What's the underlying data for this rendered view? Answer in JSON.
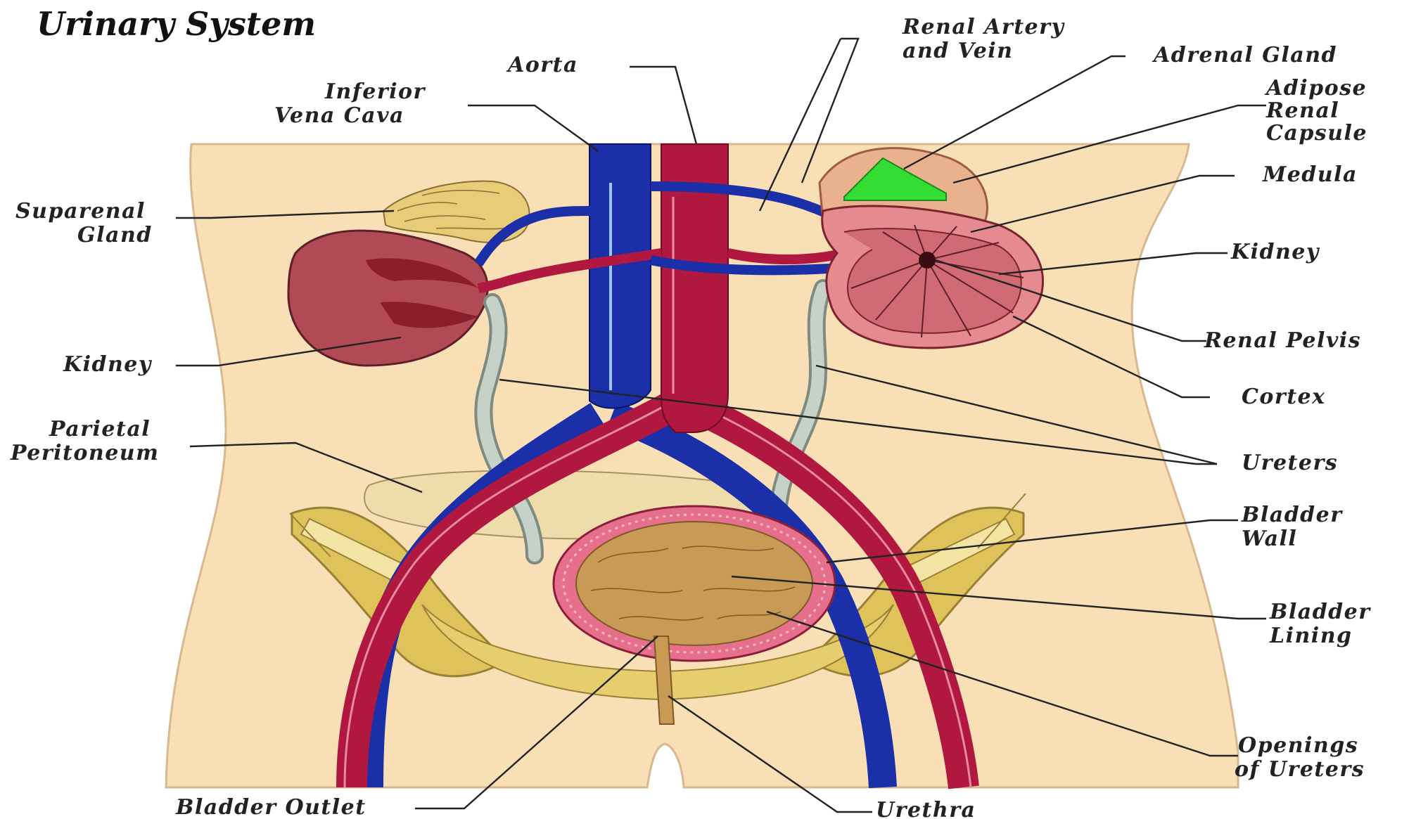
{
  "title": "Urinary System",
  "colors": {
    "background": "#ffffff",
    "skin": "#f9dfb6",
    "skin_outline": "#d8b88e",
    "artery": "#b01840",
    "vein": "#1a2fa8",
    "ureter": "#b9c4bc",
    "adrenal_highlight": "#33dd33",
    "bone": "#e0c25a",
    "bladder_wall": "#e66f8c",
    "bladder_lining": "#c89a55",
    "kidney_left": "#b24a55"
  },
  "labels": {
    "renal_artery_vein": [
      "Renal Artery",
      "and Vein"
    ],
    "aorta": "Aorta",
    "inferior_vena_cava": [
      "Inferior",
      "Vena Cava"
    ],
    "adrenal_gland": "Adrenal Gland",
    "adipose_renal_capsule": [
      "Adipose",
      "Renal",
      "Capsule"
    ],
    "suparenal_gland": [
      "Suparenal",
      "Gland"
    ],
    "medula": "Medula",
    "kidney_right": "Kidney",
    "kidney_left": "Kidney",
    "renal_pelvis": "Renal Pelvis",
    "cortex": "Cortex",
    "parietal_peritoneum": [
      "Parietal",
      "Peritoneum"
    ],
    "ureters": "Ureters",
    "bladder_wall": [
      "Bladder",
      "Wall"
    ],
    "bladder_lining": [
      "Bladder",
      "Lining"
    ],
    "openings_of_ureters": [
      "Openings",
      "of Ureters"
    ],
    "bladder_outlet": "Bladder Outlet",
    "urethra": "Urethra"
  }
}
